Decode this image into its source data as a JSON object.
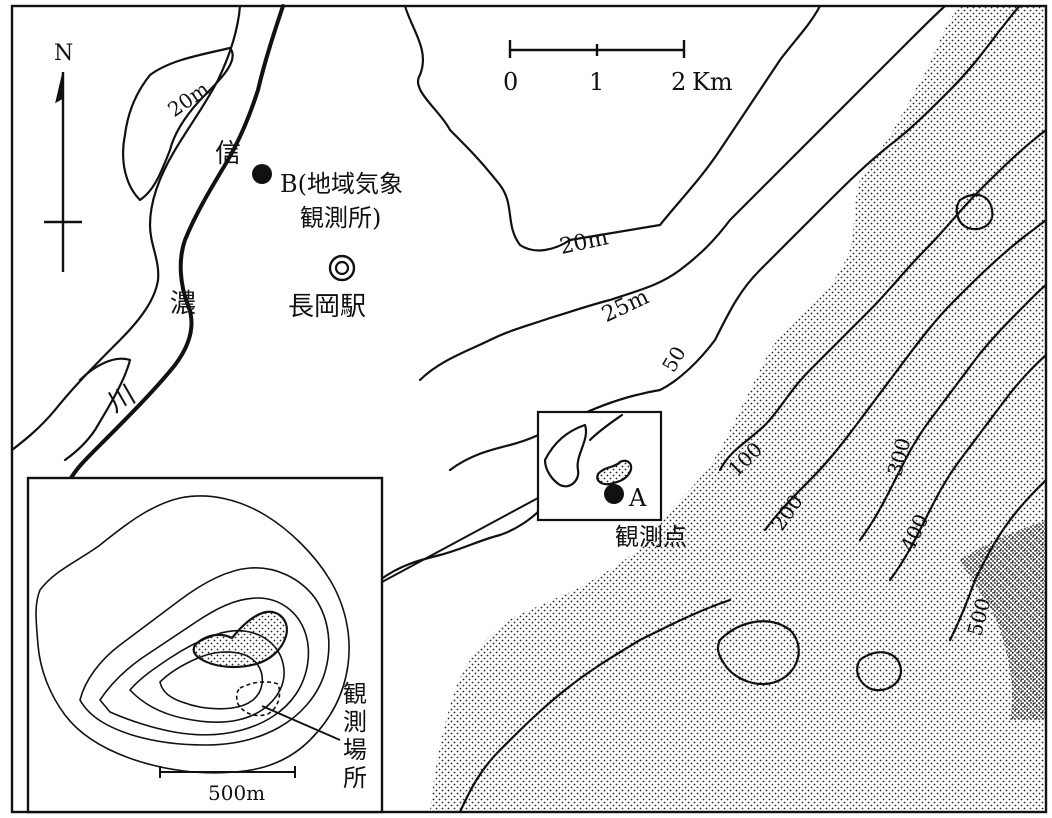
{
  "north_label": "N",
  "scale_bar": {
    "ticks": [
      "0",
      "1",
      "2"
    ],
    "unit": "Km"
  },
  "contour_labels": {
    "c20_north": "20m",
    "c20_center": "20m",
    "c25": "25m",
    "c50": "50",
    "c100": "100",
    "c200": "200",
    "c300": "300",
    "c400": "400",
    "c500": "500"
  },
  "river": {
    "chars": [
      "信",
      "濃",
      "川"
    ]
  },
  "station_b": {
    "line1": "B(地域気象",
    "line2": "観測所)"
  },
  "nagaoka_station": "長岡駅",
  "point_a": {
    "letter": "A",
    "caption": "観測点"
  },
  "inset": {
    "scale_label": "500m",
    "site_label_chars": [
      "観",
      "測",
      "場",
      "所"
    ]
  },
  "colors": {
    "ink": "#111111",
    "paper": "#ffffff"
  }
}
